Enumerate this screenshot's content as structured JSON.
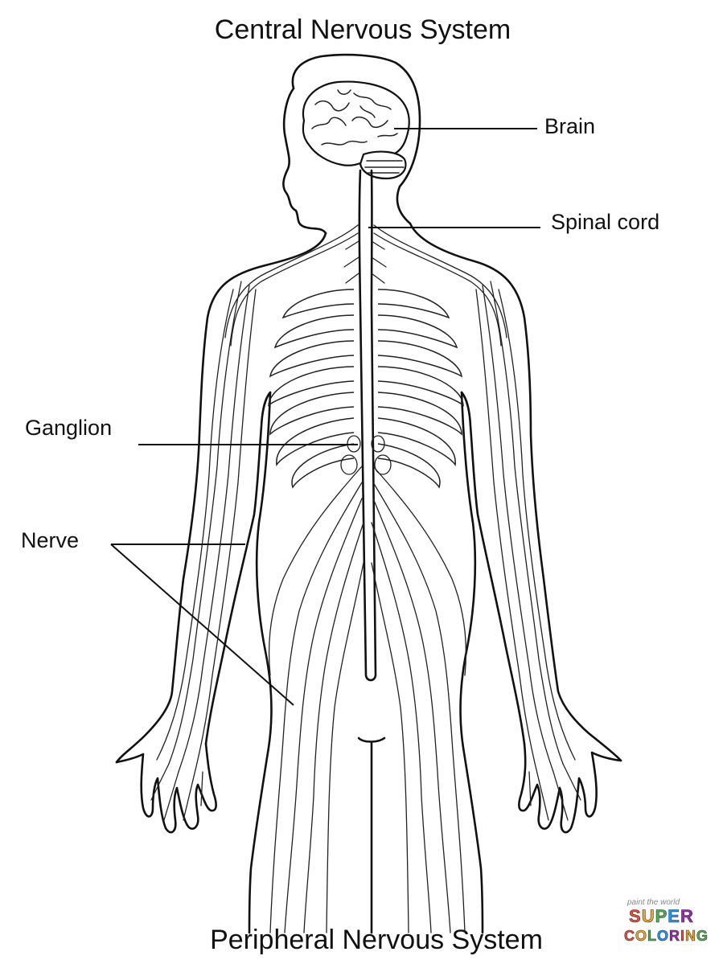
{
  "title_top": "Central Nervous System",
  "title_bottom": "Peripheral Nervous System",
  "labels": {
    "brain": "Brain",
    "spinal_cord": "Spinal cord",
    "ganglion": "Ganglion",
    "nerve": "Nerve"
  },
  "watermark": {
    "tagline": "paint the world",
    "line1": "SUPER",
    "line2": "COLORING",
    "colors": [
      "#e94b3c",
      "#f5a623",
      "#4caf50",
      "#2196f3",
      "#9c27b0"
    ]
  }
}
